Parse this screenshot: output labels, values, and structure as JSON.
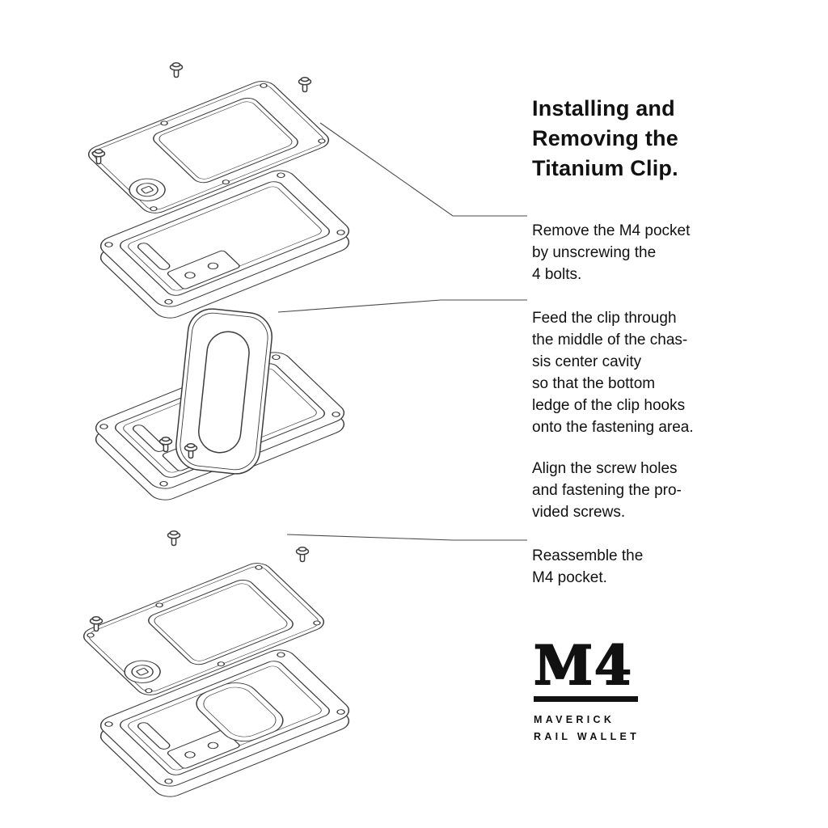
{
  "colors": {
    "background": "#ffffff",
    "line": "#3d3d3d",
    "text": "#111111"
  },
  "title": "Installing and\nRemoving the\nTitanium Clip.",
  "steps": [
    {
      "text": "Remove the M4 pocket\nby unscrewing the\n4 bolts."
    },
    {
      "text": "Feed the clip through\nthe middle of the chas-\nsis center cavity\nso that the bottom\nledge of the clip hooks\nonto the fastening area."
    },
    {
      "text": "Align the screw holes\nand fastening the pro-\nvided screws."
    },
    {
      "text": "Reassemble the\nM4 pocket."
    }
  ],
  "logo": {
    "wordmark": "M4",
    "tagline_line1": "MAVERICK",
    "tagline_line2": "RAIL WALLET"
  },
  "illustrations": [
    {
      "name": "m4-pocket-exploded-view"
    },
    {
      "name": "titanium-clip-insertion-view"
    },
    {
      "name": "reassembly-exploded-view"
    }
  ]
}
